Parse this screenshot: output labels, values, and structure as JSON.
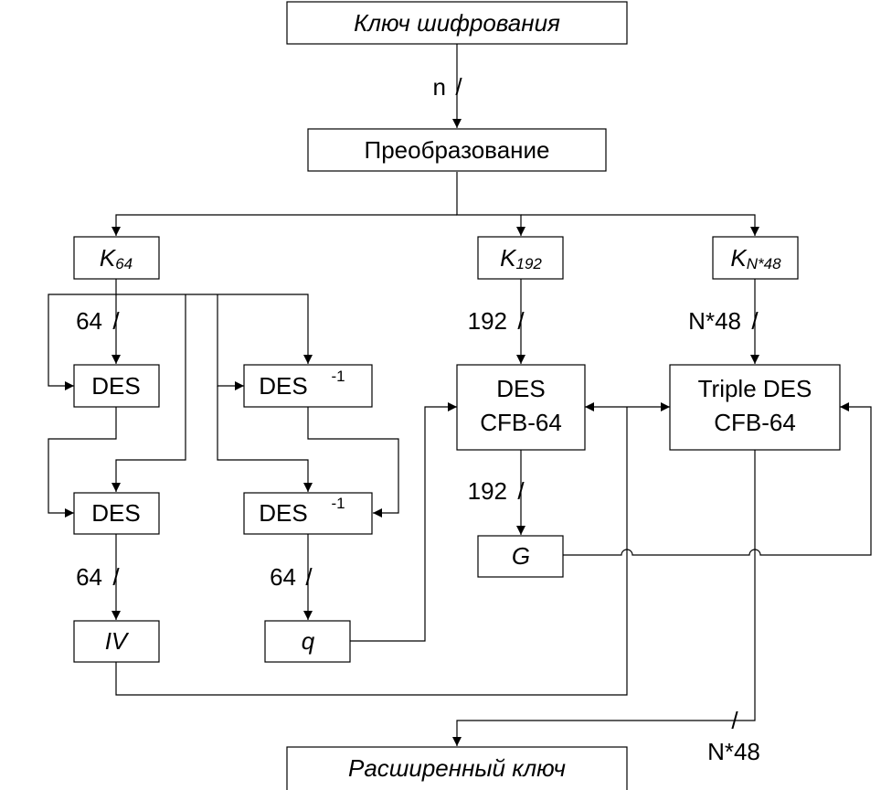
{
  "nodes": {
    "key": "Ключ шифрования",
    "transform": "Преобразование",
    "k64": {
      "base": "K",
      "sub": "64"
    },
    "k192": {
      "base": "K",
      "sub": "192"
    },
    "kn48": {
      "base": "K",
      "sub": "N*48"
    },
    "des1": "DES",
    "desinv1": {
      "base": "DES",
      "sup": "-1"
    },
    "des2": "DES",
    "desinv2": {
      "base": "DES",
      "sup": "-1"
    },
    "des_cfb": {
      "line1": "DES",
      "line2": "CFB-64"
    },
    "tdes_cfb": {
      "line1": "Triple DES",
      "line2": "CFB-64"
    },
    "g": "G",
    "iv": "IV",
    "q": "q",
    "expanded_key": "Расширенный ключ"
  },
  "bus_labels": {
    "n": "n",
    "k64_in": "64",
    "des_out": "64",
    "desinv_out": "64",
    "k192_in": "192",
    "cfb_out": "192",
    "kn48_in": "N*48",
    "final": "N*48"
  },
  "slash": "/"
}
